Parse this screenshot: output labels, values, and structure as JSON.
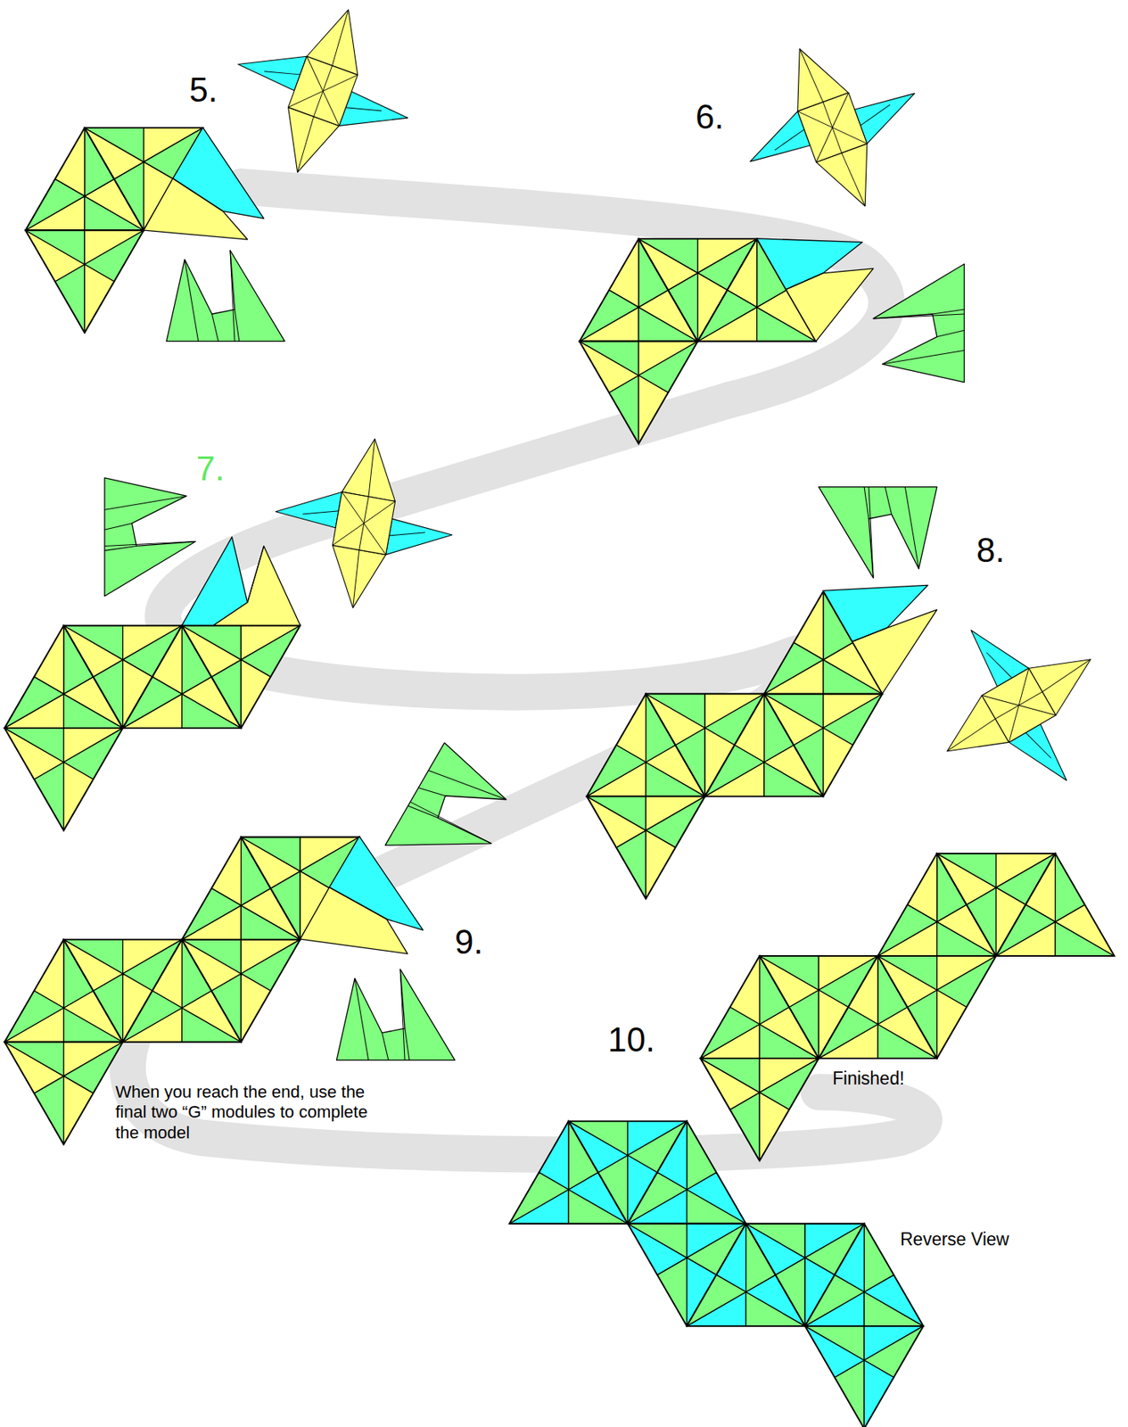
{
  "diagram": {
    "labels": [
      "5.",
      "6.",
      "7.",
      "8.",
      "9.",
      "10.",
      "When you reach the end, use the final two “G” modules to complete the model",
      "Finished!",
      "Reverse View"
    ]
  }
}
